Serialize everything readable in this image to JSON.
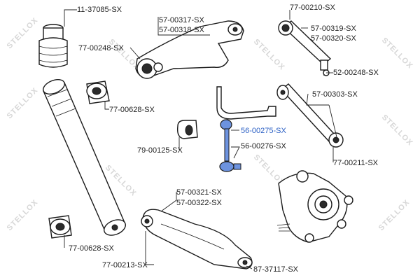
{
  "watermark": {
    "text": "STELLOX"
  },
  "colors": {
    "highlight": "#2a5fc4",
    "highlight_part": "#6d93df",
    "text": "#222222"
  },
  "labels": {
    "p_11_37085": "11-37085-SX",
    "p_77_00248": "77-00248-SX",
    "p_57_00317": "57-00317-SX",
    "p_57_00318": "57-00318-SX",
    "p_77_00210": "77-00210-SX",
    "p_57_00319": "57-00319-SX",
    "p_57_00320": "57-00320-SX",
    "p_52_00248": "52-00248-SX",
    "p_77_00628_a": "77-00628-SX",
    "p_57_00303": "57-00303-SX",
    "p_56_00275": "56-00275-SX",
    "p_56_00276": "56-00276-SX",
    "p_79_00125": "79-00125-SX",
    "p_77_00211": "77-00211-SX",
    "p_57_00321": "57-00321-SX",
    "p_57_00322": "57-00322-SX",
    "p_77_00628_b": "77-00628-SX",
    "p_77_00213": "77-00213-SX",
    "p_87_37117": "87-37117-SX"
  }
}
